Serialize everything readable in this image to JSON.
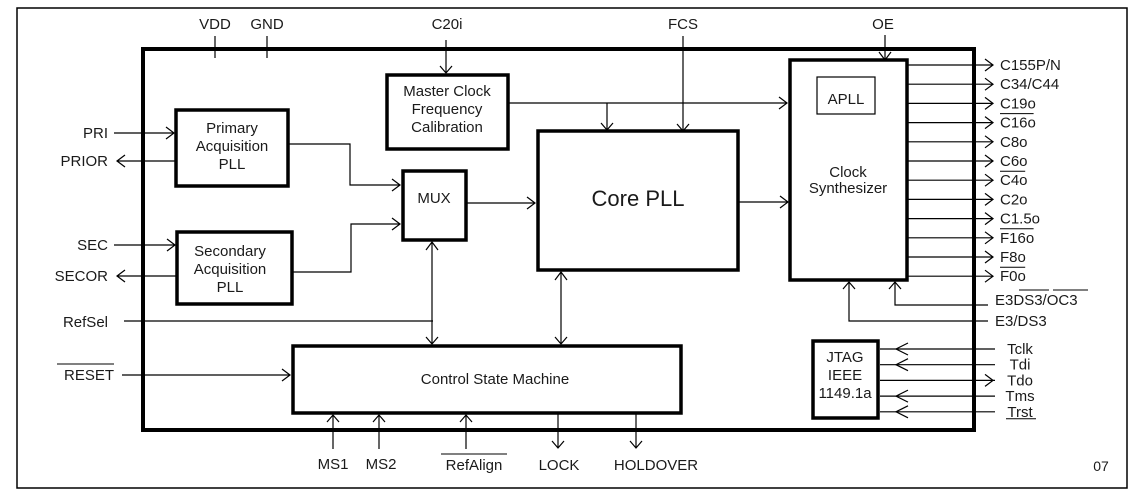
{
  "diagram": {
    "figure_number": "07",
    "power_pins": [
      "VDD",
      "GND"
    ],
    "top_inputs": {
      "c20i": "C20i",
      "fcs": "FCS",
      "oe": "OE"
    },
    "left_pins": {
      "pri": "PRI",
      "prior": "PRIOR",
      "sec": "SEC",
      "secor": "SECOR",
      "refsel": "RefSel",
      "reset": "RESET"
    },
    "bottom_pins": {
      "ms1": "MS1",
      "ms2": "MS2",
      "refalign": "RefAlign",
      "lock": "LOCK",
      "holdover": "HOLDOVER"
    },
    "blocks": {
      "primary_pll": [
        "Primary",
        "Acquisition",
        "PLL"
      ],
      "secondary_pll": [
        "Secondary",
        "Acquisition",
        "PLL"
      ],
      "master_clock": [
        "Master Clock",
        "Frequency",
        "Calibration"
      ],
      "mux": "MUX",
      "core_pll": "Core PLL",
      "clock_synth": [
        "Clock",
        "Synthesizer"
      ],
      "apll": "APLL",
      "control_sm": "Control State Machine",
      "jtag": [
        "JTAG",
        "IEEE",
        "1149.1a"
      ]
    },
    "output_pins": [
      {
        "label": "C155P/N",
        "overline": false
      },
      {
        "label": "C34/C44",
        "overline": false
      },
      {
        "label": "C19o",
        "overline": false
      },
      {
        "label": "C16o",
        "overline": true
      },
      {
        "label": "C8o",
        "overline": false
      },
      {
        "label": "C6o",
        "overline": false
      },
      {
        "label": "C4o",
        "overline": true
      },
      {
        "label": "C2o",
        "overline": false
      },
      {
        "label": "C1.5o",
        "overline": false
      },
      {
        "label": "F16o",
        "overline": true
      },
      {
        "label": "F8o",
        "overline": false
      },
      {
        "label": "F0o",
        "overline": true
      }
    ],
    "mode_pins": {
      "e3ds3_oc3_prefix": "E3",
      "e3ds3_oc3_mid": "DS3/",
      "e3ds3_oc3_bar": "OC3",
      "e3_ds3": "E3/DS3"
    },
    "jtag_pins": [
      {
        "label": "Tclk",
        "dir": "in"
      },
      {
        "label": "Tdi",
        "dir": "in"
      },
      {
        "label": "Tdo",
        "dir": "out"
      },
      {
        "label": "Tms",
        "dir": "in"
      },
      {
        "label": "Trst",
        "dir": "in"
      }
    ]
  }
}
